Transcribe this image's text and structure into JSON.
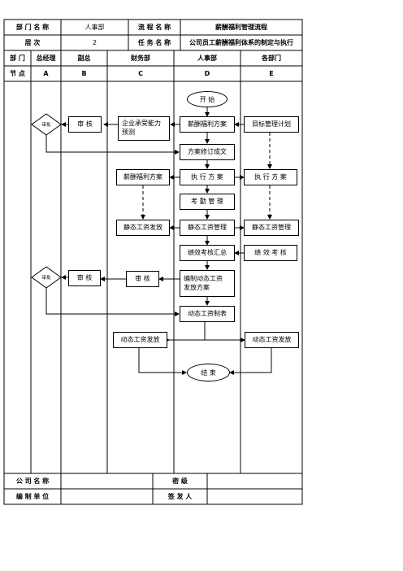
{
  "header": {
    "row1": {
      "dept_label": "部 门 名 称",
      "dept_value": "人事部",
      "process_label": "流 程 名 称",
      "process_value": "薪酬福利管理流程"
    },
    "row2": {
      "level_label": "层        次",
      "level_value": "2",
      "task_label": "任 务 名 称",
      "task_value": "公司员工薪酬福利体系的制定与执行"
    },
    "columns": {
      "dept_label": "部 门",
      "a": "总经理",
      "b": "副总",
      "c": "财务部",
      "d": "人事部",
      "e": "各部门"
    },
    "nodes": {
      "label": "节 点",
      "a": "A",
      "b": "B",
      "c": "C",
      "d": "D",
      "e": "E"
    }
  },
  "flow": {
    "start": "开 始",
    "end": "结 束",
    "approve1": "审批",
    "approve2": "审批",
    "review_b1": "审    核",
    "review_b2": "审    核",
    "review_c2": "审    核",
    "capacity": "企业承受能力\n预测",
    "salary_plan": "薪酬福利方案",
    "goal_plan": "目标管理计划",
    "plan_revised": "方案修订成文",
    "salary_plan_c": "薪酬福利方案",
    "execute_d": "执 行 方 案",
    "execute_e": "执 行 方 案",
    "attendance": "考 勤 管 理",
    "static_pay_c": "静态工资发放",
    "static_mgmt_d": "静态工资管理",
    "static_mgmt_e": "静态工资管理",
    "perf_summary": "绩效考核汇总",
    "perf_eval": "绩 效 考 核",
    "dynamic_plan": "编制动态工资\n发放方案",
    "dynamic_table": "动态工资制表",
    "dynamic_pay_c": "动态工资发放",
    "dynamic_pay_e": "动态工资发放"
  },
  "footer": {
    "company_label": "公 司 名 称",
    "company_value": "",
    "secret_label": "密       级",
    "secret_value": "",
    "unit_label": "编 制 单 位",
    "unit_value": "",
    "issuer_label": "签 发 人",
    "issuer_value": ""
  }
}
